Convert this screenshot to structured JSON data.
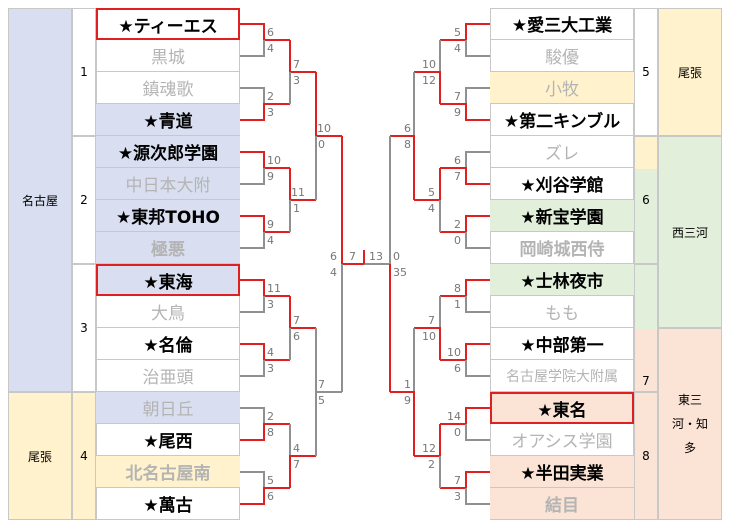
{
  "colors": {
    "blue": "#d9dff0",
    "yellow": "#fff2cc",
    "green": "#e2efda",
    "pink": "#fbe4d5",
    "red": "#e02020",
    "gray": "#909090"
  },
  "left": {
    "regions": [
      {
        "label": "名古屋"
      },
      {
        "label": "尾張"
      }
    ],
    "blocks": [
      {
        "label": "1"
      },
      {
        "label": "2"
      },
      {
        "label": "3"
      },
      {
        "label": "4"
      }
    ],
    "teams": [
      {
        "name": "★ティーエス",
        "win": true
      },
      {
        "name": "黒城",
        "win": false
      },
      {
        "name": "鎮魂歌",
        "win": false
      },
      {
        "name": "★青道",
        "win": true
      },
      {
        "name": "★源次郎学園",
        "win": true
      },
      {
        "name": "中日本大附",
        "win": false
      },
      {
        "name": "★東邦TOHO",
        "win": true
      },
      {
        "name": "極悪",
        "win": false
      },
      {
        "name": "★東海",
        "win": true
      },
      {
        "name": "大鳥",
        "win": false
      },
      {
        "name": "★名倫",
        "win": true
      },
      {
        "name": "治亜頭",
        "win": false
      },
      {
        "name": "朝日丘",
        "win": false
      },
      {
        "name": "★尾西",
        "win": true
      },
      {
        "name": "北名古屋南",
        "win": false
      },
      {
        "name": "★萬古",
        "win": true
      }
    ]
  },
  "right": {
    "regions": [
      {
        "label": "尾張"
      },
      {
        "label": "西三河"
      },
      {
        "label": "東三河・知多"
      }
    ],
    "blocks": [
      {
        "label": "5"
      },
      {
        "label": "6"
      },
      {
        "label": "7"
      },
      {
        "label": "8"
      }
    ],
    "teams": [
      {
        "name": "★愛三大工業",
        "win": true
      },
      {
        "name": "駿優",
        "win": false
      },
      {
        "name": "小牧",
        "win": false
      },
      {
        "name": "★第二キンブル",
        "win": true
      },
      {
        "name": "ズレ",
        "win": false
      },
      {
        "name": "★刈谷学館",
        "win": true
      },
      {
        "name": "★新宝学園",
        "win": true
      },
      {
        "name": "岡崎城西侍",
        "win": false
      },
      {
        "name": "★士林夜市",
        "win": true
      },
      {
        "name": "もも",
        "win": false
      },
      {
        "name": "★中部第一",
        "win": true
      },
      {
        "name": "名古屋学院大附属",
        "win": false
      },
      {
        "name": "★東名",
        "win": true
      },
      {
        "name": "オアシス学園",
        "win": false
      },
      {
        "name": "★半田実業",
        "win": true
      },
      {
        "name": "結目",
        "win": false
      }
    ]
  },
  "scores": {
    "left_r1": [
      [
        "6",
        "4"
      ],
      [
        "2",
        "3"
      ],
      [
        "10",
        "9"
      ],
      [
        "9",
        "4"
      ],
      [
        "11",
        "3"
      ],
      [
        "4",
        "3"
      ],
      [
        "2",
        "8"
      ],
      [
        "5",
        "6"
      ]
    ],
    "left_r2": [
      [
        "7",
        "3"
      ],
      [
        "11",
        "1"
      ],
      [
        "7",
        "6"
      ],
      [
        "4",
        "7"
      ]
    ],
    "left_r3": [
      [
        "10",
        "0"
      ],
      [
        "7",
        "5"
      ]
    ],
    "left_r4": [
      "6",
      "4"
    ],
    "final": [
      "7",
      "13"
    ],
    "right_r4": [
      "0",
      "35"
    ],
    "right_r3": [
      [
        "6",
        "8"
      ],
      [
        "1",
        "9"
      ]
    ],
    "right_r2": [
      [
        "10",
        "12"
      ],
      [
        "5",
        "4"
      ],
      [
        "7",
        "10"
      ],
      [
        "12",
        "2"
      ]
    ],
    "right_r1": [
      [
        "5",
        "4"
      ],
      [
        "7",
        "9"
      ],
      [
        "6",
        "7"
      ],
      [
        "2",
        "0"
      ],
      [
        "8",
        "1"
      ],
      [
        "10",
        "6"
      ],
      [
        "14",
        "0"
      ],
      [
        "7",
        "3"
      ]
    ]
  }
}
